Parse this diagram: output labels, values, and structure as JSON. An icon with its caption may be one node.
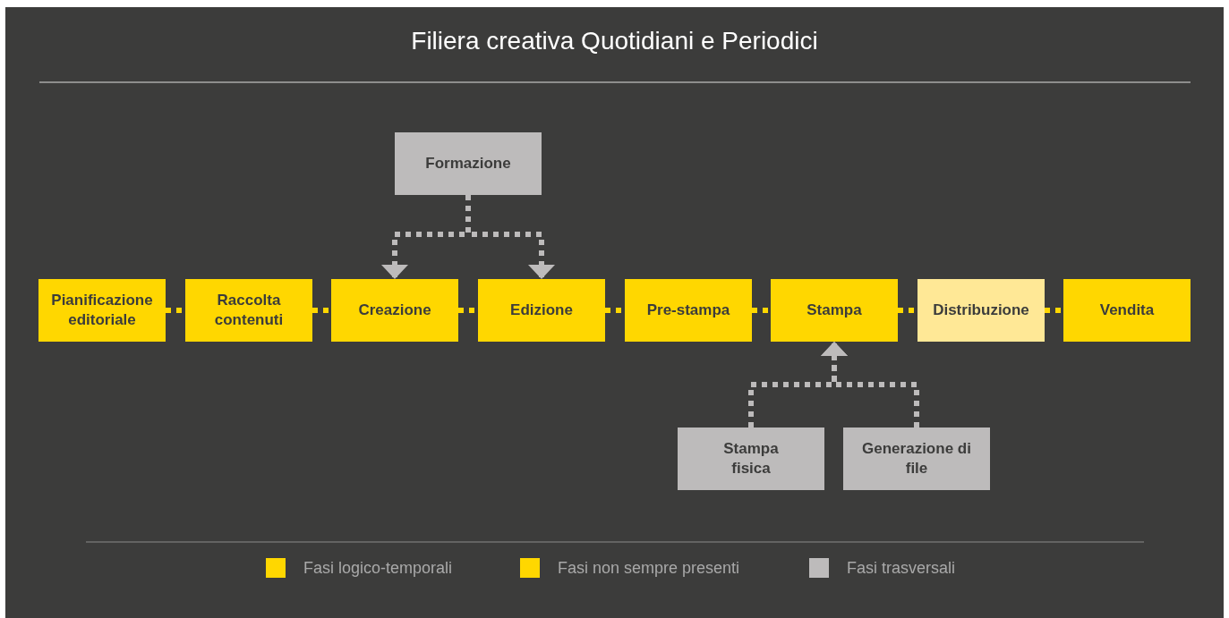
{
  "diagram": {
    "title": "Filiera creativa Quotidiani e Periodici",
    "nodes": [
      {
        "text": [
          "Formazione"
        ]
      },
      {
        "text": [
          "Pianificazione editoriale"
        ]
      },
      {
        "text": [
          "Raccolta contenuti"
        ]
      },
      {
        "text": [
          "Creazione"
        ]
      },
      {
        "text": [
          "Edizione"
        ]
      },
      {
        "text": [
          "Pre-stampa"
        ]
      },
      {
        "text": [
          "Stampa"
        ]
      },
      {
        "text": [
          "Distribuzione"
        ]
      },
      {
        "text": [
          "Vendita"
        ]
      },
      {
        "text": [
          "Stampa fisica"
        ]
      },
      {
        "text": [
          "Generazione di file"
        ]
      }
    ],
    "edges": [
      {
        "from": 0,
        "to": 3,
        "arrow": "to",
        "style": "dashed",
        "color": "#bdbbbb"
      },
      {
        "from": 0,
        "to": 4,
        "arrow": "to",
        "style": "dashed",
        "color": "#bdbbbb"
      },
      {
        "from": 1,
        "to": 2,
        "arrow": "none",
        "style": "dashed"
      },
      {
        "from": 2,
        "to": 3,
        "arrow": "none",
        "style": "dashed"
      },
      {
        "from": 3,
        "to": 4,
        "arrow": "none",
        "style": "dashed"
      },
      {
        "from": 4,
        "to": 5,
        "arrow": "none",
        "style": "dashed"
      },
      {
        "from": 5,
        "to": 6,
        "arrow": "none",
        "style": "dashed"
      },
      {
        "from": 6,
        "to": 7,
        "arrow": "none",
        "style": "dashed"
      },
      {
        "from": 7,
        "to": 8,
        "arrow": "none",
        "style": "dashed"
      },
      {
        "from": 9,
        "to": 6,
        "arrow": "to",
        "style": "dashed",
        "color": "#bdbbbb"
      },
      {
        "from": 10,
        "to": 6,
        "arrow": "to",
        "style": "dashed",
        "color": "#bdbbbb"
      }
    ],
    "legend": [
      {
        "text": "Fasi logico-temporali",
        "color": "#ffd700"
      },
      {
        "text": "Fasi non sempre presenti",
        "color": "#ffd700"
      },
      {
        "text": "Fasi trasversali",
        "color": "#bdbbbb"
      }
    ]
  }
}
